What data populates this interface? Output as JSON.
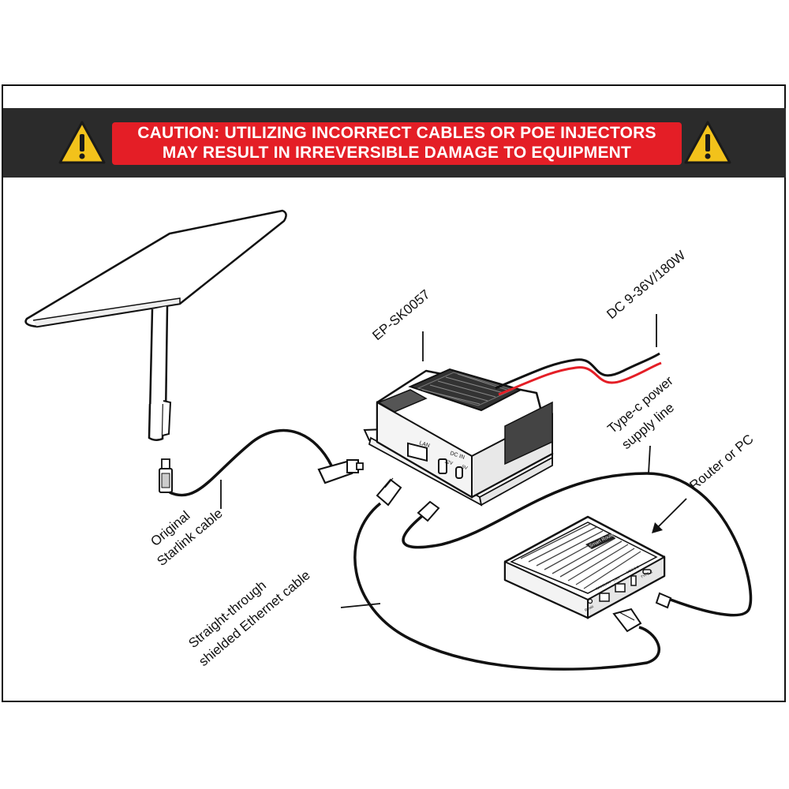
{
  "banner": {
    "caution_line_1": "CAUTION: UTILIZING INCORRECT CABLES OR POE INJECTORS",
    "caution_line_2": "MAY RESULT IN IRREVERSIBLE DAMAGE TO EQUIPMENT",
    "background_color": "#2b2b2b",
    "caution_color": "#e41e26",
    "warning_icon_color": "#f2c21b"
  },
  "device": {
    "model_label": "EP-SK0057",
    "port_label_lan": "LAN",
    "port_label_dc": "DC IN",
    "port_label_12v": "12V",
    "port_label_5v": "5V"
  },
  "router": {
    "brand_text": "Smart Router",
    "port_label_wan": "WAN/LAN",
    "port_label_lan": "LAN",
    "port_label_usb": "USB 3.0",
    "port_label_typec": "TYPE-C",
    "port_label_reset": "Reset"
  },
  "labels": {
    "power_input": "DC 9-36V/180W",
    "typec_line_1": "Type-c power",
    "typec_line_2": "supply line",
    "router_or_pc": "Router or PC",
    "starlink_cable_line_1": "Original",
    "starlink_cable_line_2": "Starlink cable",
    "ethernet_line_1": "Straight-through",
    "ethernet_line_2": "shielded Ethernet cable"
  },
  "colors": {
    "red_wire": "#e41e26",
    "black_wire": "#111111"
  }
}
